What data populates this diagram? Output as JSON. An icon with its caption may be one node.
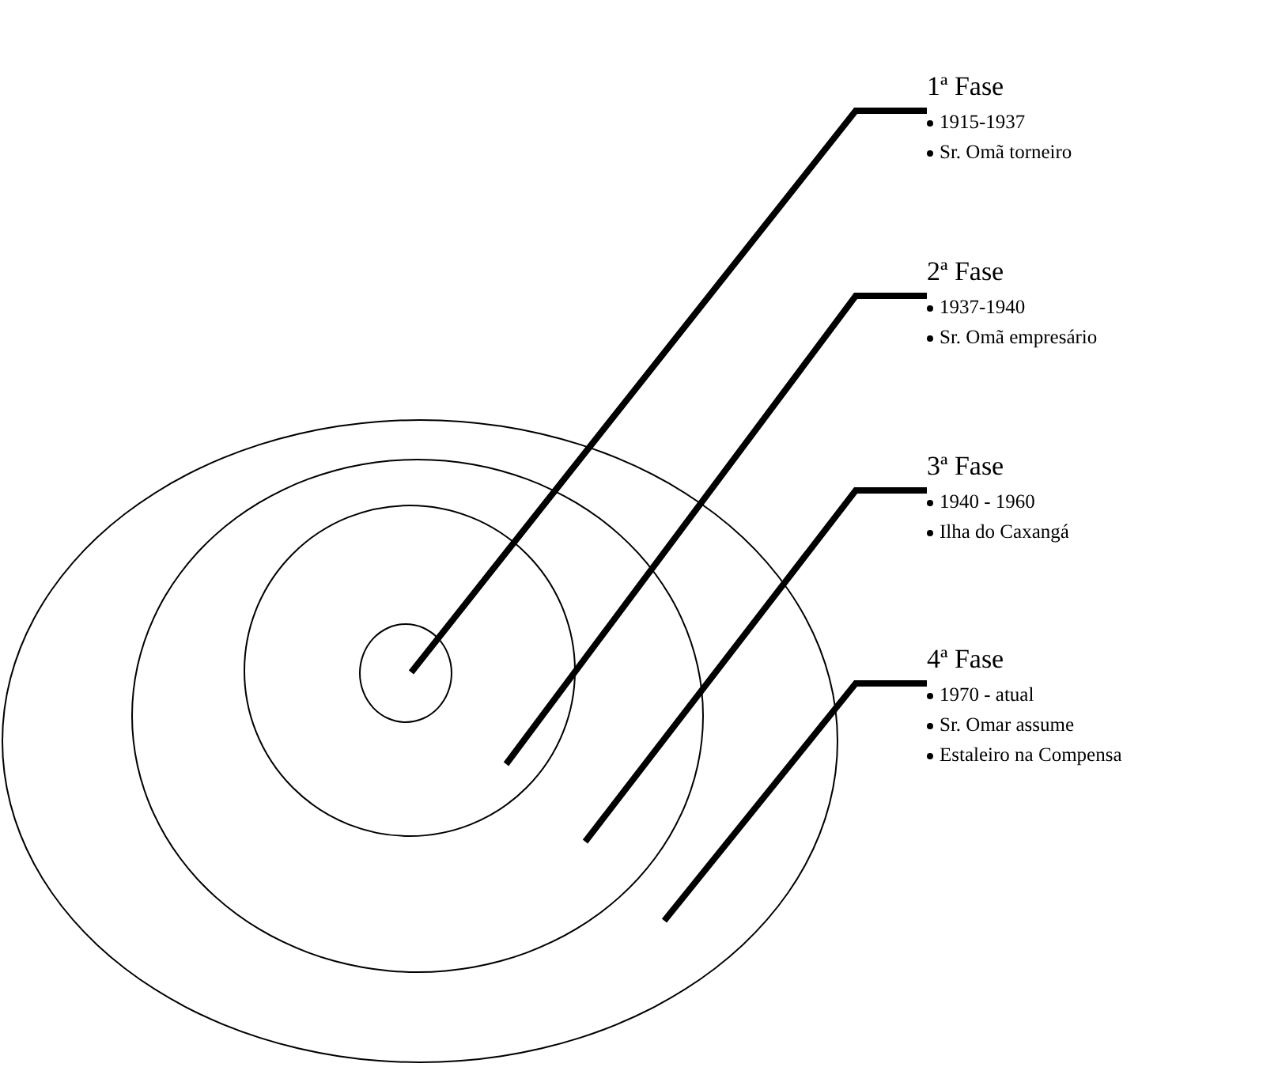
{
  "diagram": {
    "nodes": [
      {
        "text": [],
        "shape": "circle"
      },
      {
        "text": [],
        "shape": "circle",
        "in": 0
      },
      {
        "text": [],
        "shape": "circle",
        "in": 1
      },
      {
        "text": [],
        "shape": "circle",
        "in": 2
      },
      {
        "text": [
          "1ª Fase",
          "1915-1937",
          "Sr. Omã torneiro"
        ]
      },
      {
        "text": [
          "2ª Fase",
          "1937-1940",
          "Sr. Omã empresário"
        ]
      },
      {
        "text": [
          "3ª Fase",
          "1940 - 1960",
          "Ilha do Caxangá"
        ]
      },
      {
        "text": [
          "4ª Fase",
          "1970 - atual",
          "Sr. Omar assume",
          "Estaleiro na Compensa"
        ]
      }
    ],
    "edges": [
      {
        "from": 4,
        "to": 3,
        "arrow": "none"
      },
      {
        "from": 5,
        "to": 2,
        "arrow": "none"
      },
      {
        "from": 6,
        "to": 1,
        "arrow": "none"
      },
      {
        "from": 7,
        "to": 0,
        "arrow": "none"
      }
    ]
  }
}
